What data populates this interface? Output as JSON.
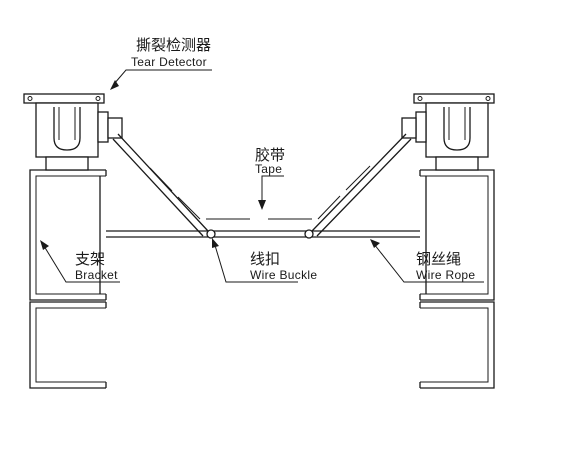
{
  "labels": {
    "tear_detector": {
      "cn": "撕裂检测器",
      "en": "Tear Detector"
    },
    "tape": {
      "cn": "胶带",
      "en": "Tape"
    },
    "bracket": {
      "cn": "支架",
      "en": "Bracket"
    },
    "wire_buckle": {
      "cn": "线扣",
      "en": "Wire Buckle"
    },
    "wire_rope": {
      "cn": "钢丝绳",
      "en": "Wire Rope"
    }
  }
}
